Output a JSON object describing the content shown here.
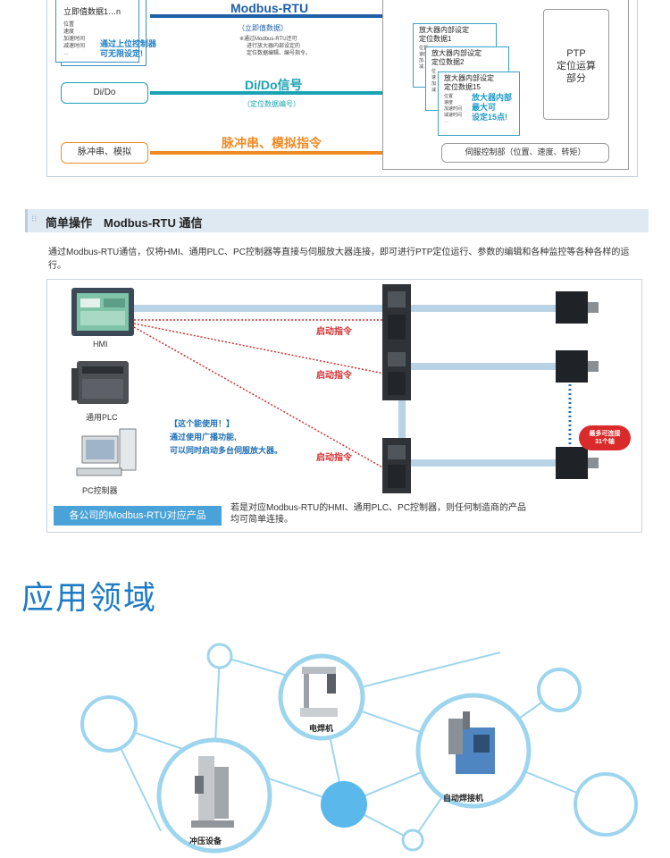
{
  "top_diagram": {
    "doc_title": "立即值数据1…n",
    "doc_lines": [
      "位置",
      "速度",
      "加速时间",
      "减速时间",
      "…"
    ],
    "doc_note": [
      "通过上位控制器",
      "可无限设定!"
    ],
    "modbus_label": "Modbus-RTU",
    "modbus_sub": "（立即值数据）",
    "modbus_note": [
      "※通过Modbus-RTU还可",
      "进行放大器内部设定的",
      "定位数据编辑、编号指令。"
    ],
    "dido_pill": "Di/Do",
    "dido_label": "Di/Do信号",
    "dido_sub": "（定位数据编号）",
    "pulse_pill": "脉冲串、模拟",
    "pulse_label": "脉冲串、模拟指令",
    "cards": [
      {
        "title": [
          "放大器内部设定",
          "定位数据1"
        ],
        "lines": [
          "位置",
          "速度",
          "加…",
          "减…"
        ]
      },
      {
        "title": [
          "放大器内部设定",
          "定位数据2"
        ],
        "lines": [
          "位",
          "速",
          "加",
          "减"
        ]
      },
      {
        "title": [
          "放大器内部设定",
          "定位数据15"
        ],
        "lines": [
          "位置",
          "速度",
          "加速时间",
          "减速时间",
          "…"
        ]
      }
    ],
    "cards_note": [
      "放大器内部",
      "最大可",
      "设定15点!"
    ],
    "ptp_box": [
      "PTP",
      "定位运算",
      "部分"
    ],
    "servo_ctrl": "伺服控制部（位置、速度、转矩）"
  },
  "section2": {
    "dots": "⁝⁝",
    "title": "简单操作　Modbus-RTU 通信",
    "description": "通过Modbus-RTU通信，仅将HMI、通用PLC、PC控制器等直接与伺服放大器连接，即可进行PTP定位运行、参数的编辑和各种监控等各种各样的运行。",
    "hmi_label": "HMI",
    "plc_label": "通用PLC",
    "pc_label": "PC控制器",
    "start_cmd": "启动指令",
    "broadcast": [
      "【这个能使用！】",
      "通过使用广播功能,",
      "可以同时启动多台伺服放大器。"
    ],
    "max_axis": [
      "最多可连接",
      "31个轴"
    ],
    "compat_button": "各公司的Modbus-RTU对应产品",
    "compat_text": [
      "若是对应Modbus-RTU的HMI、通用PLC、PC控制器，则任何制造商的产品",
      "均可简单连接。"
    ]
  },
  "section3": {
    "heading": "应用领域",
    "labels": {
      "welder": "电焊机",
      "auto_welder": "自动焊接机",
      "press": "冲压设备"
    }
  },
  "colors": {
    "modbus_blue": "#1f5fa8",
    "dido_teal": "#1aa3b3",
    "pulse_orange": "#f08a24",
    "heading_blue": "#1e7bc6",
    "start_red": "#d03030",
    "network_blue": "#8fd0ee"
  }
}
